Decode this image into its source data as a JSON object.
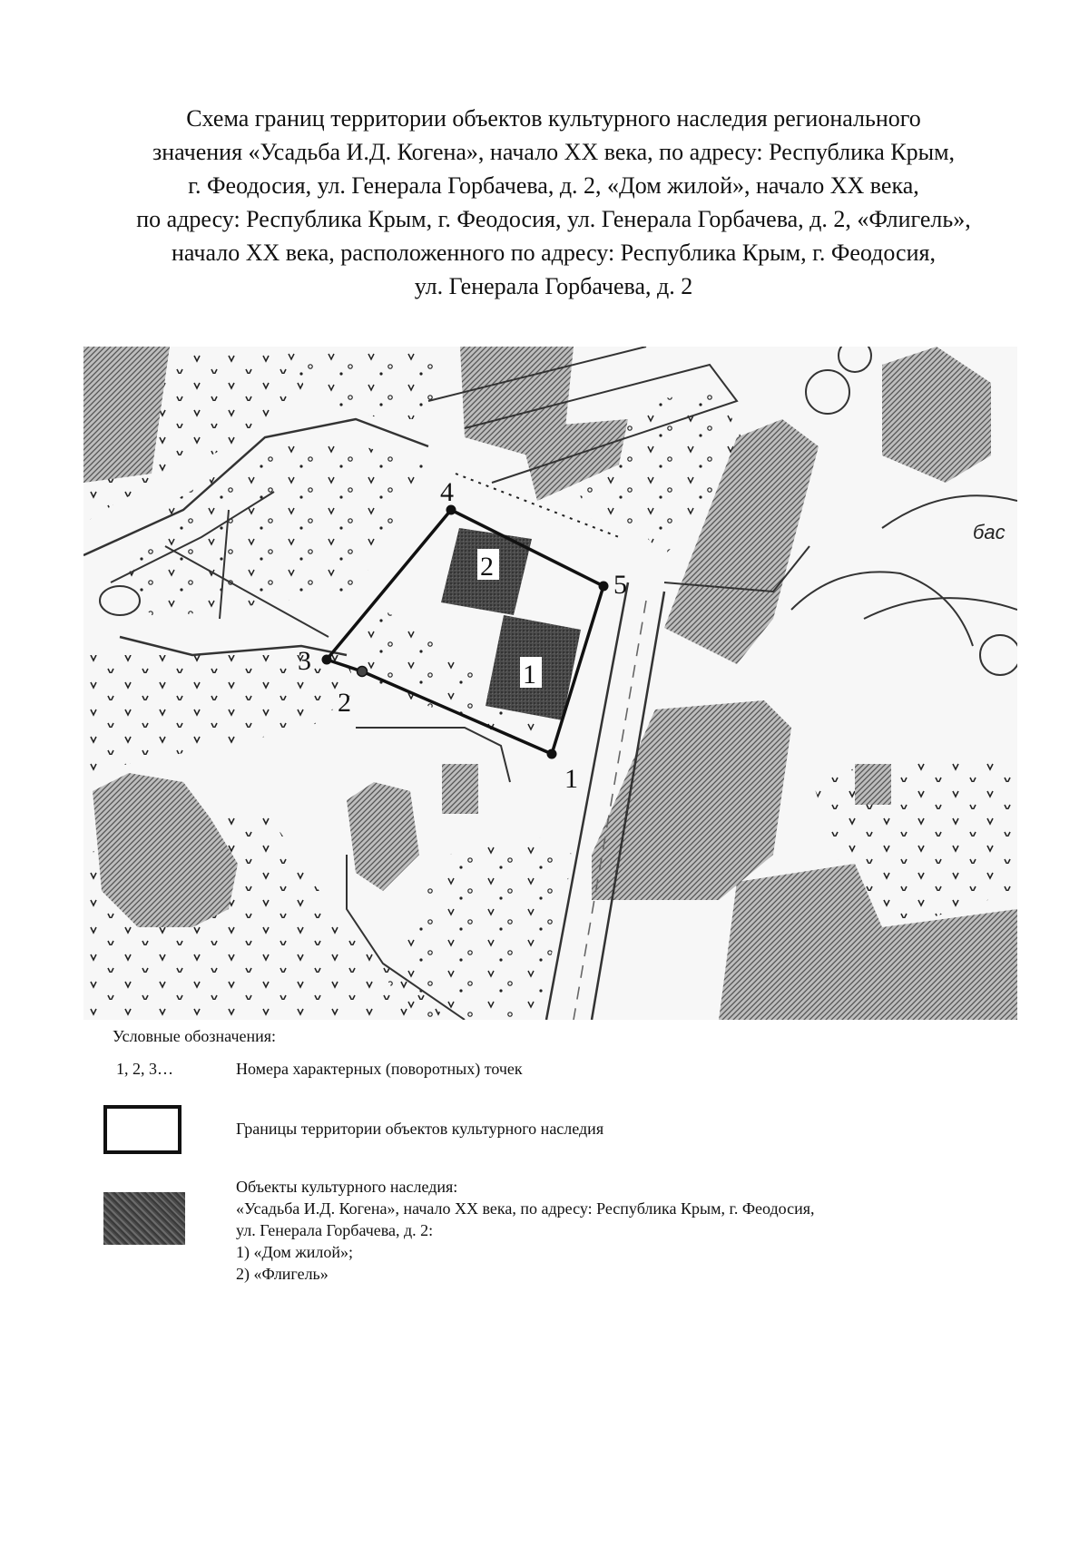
{
  "title": {
    "lines": [
      "Схема границ территории объектов культурного наследия регионального",
      "значения «Усадьба И.Д. Когена», начало XX века, по адресу: Республика Крым,",
      "г. Феодосия, ул. Генерала Горбачева, д. 2, «Дом жилой», начало XX века,",
      "по адресу: Республика Крым, г. Феодосия, ул. Генерала Горбачева, д. 2, «Флигель»,",
      "начало XX века, расположенного по адресу: Республика Крым, г. Феодосия,",
      "ул. Генерала Горбачева, д. 2"
    ]
  },
  "map": {
    "street_label": "бас",
    "points": [
      {
        "label": "1"
      },
      {
        "label": "2"
      },
      {
        "label": "3"
      },
      {
        "label": "4"
      },
      {
        "label": "5"
      }
    ],
    "objects": [
      {
        "label": "1"
      },
      {
        "label": "2"
      }
    ]
  },
  "legend": {
    "title": "Условные обозначения:",
    "points_key": "1, 2, 3…",
    "points_text": "Номера характерных (поворотных) точек",
    "border_text": "Границы территории объектов культурного наследия",
    "objects_text": [
      "Объекты культурного наследия:",
      "«Усадьба И.Д. Когена», начало XX века, по адресу: Республика Крым, г. Феодосия,",
      "ул. Генерала Горбачева, д. 2:",
      "1) «Дом жилой»;",
      "2) «Флигель»"
    ]
  }
}
